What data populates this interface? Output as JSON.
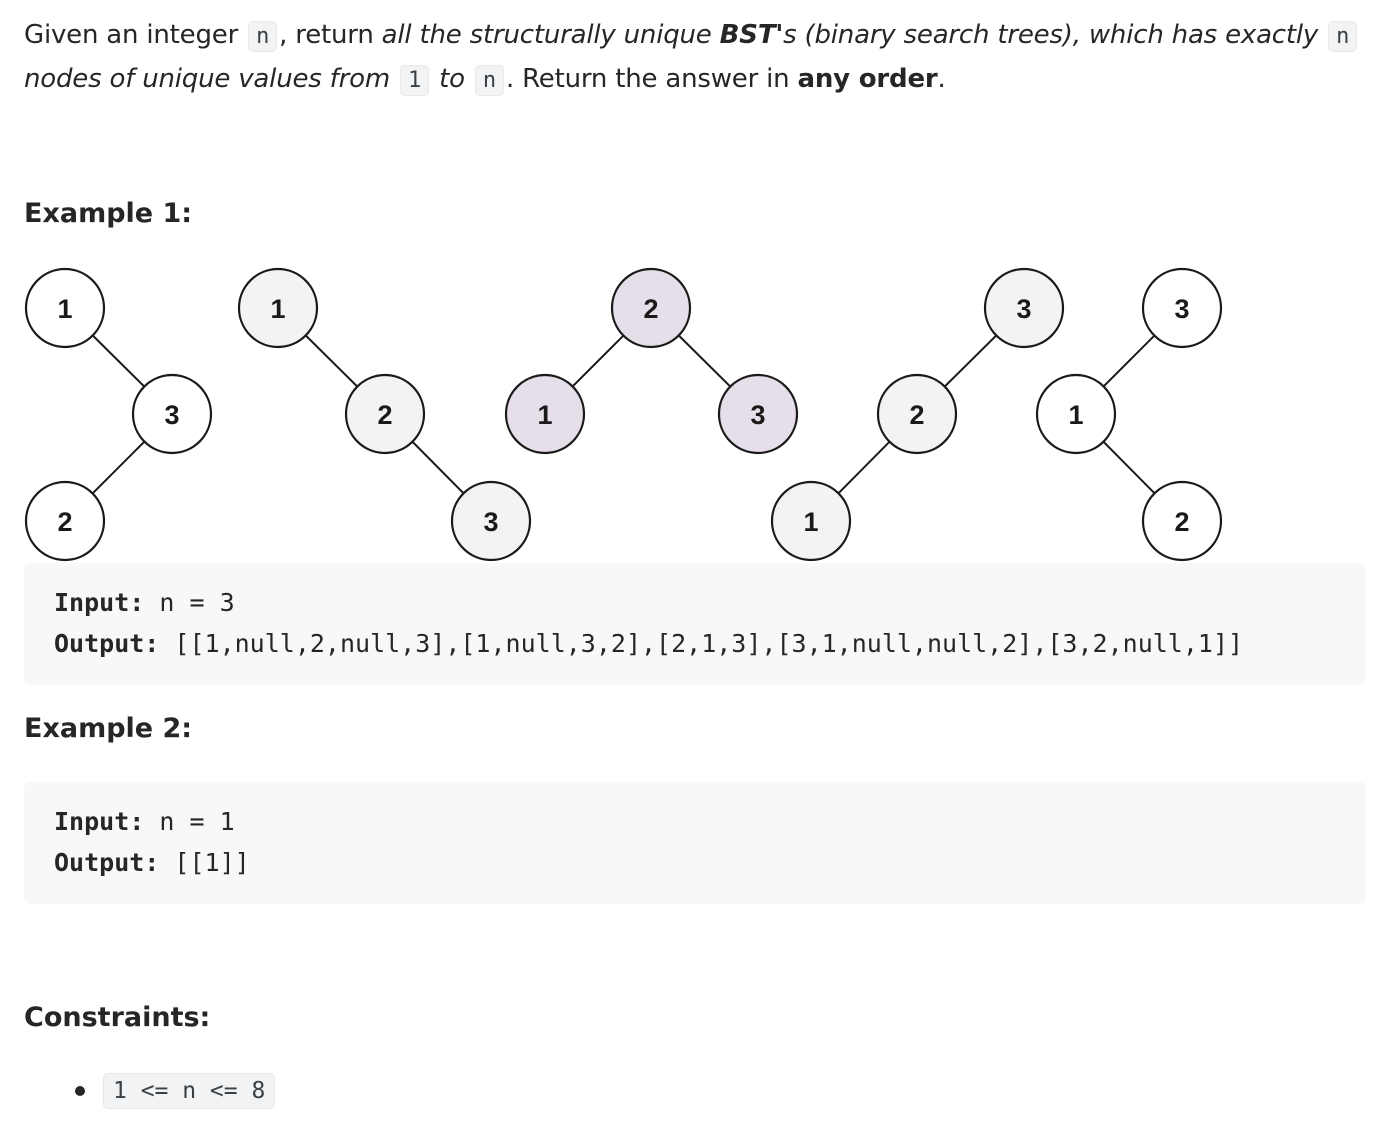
{
  "description": {
    "p1": "Given an integer ",
    "code_n": "n",
    "p2": ", return ",
    "p3": "all the structurally unique ",
    "p4": "BST'",
    "p5": "s (binary search trees), which has exactly ",
    "p6": "nodes of unique values from ",
    "code_1": "1",
    "p7": " to ",
    "p8": ". Return the answer in ",
    "p9": "any order",
    "p10": "."
  },
  "example1": {
    "title": "Example 1:",
    "input_label": "Input:",
    "input_value": " n = 3",
    "output_label": "Output:",
    "output_value": " [[1,null,2,null,3],[1,null,3,2],[2,1,3],[3,1,null,null,2],[3,2,null,1]]"
  },
  "trees": [
    {
      "nodes": [
        "1",
        "3",
        "2"
      ],
      "highlighted": false
    },
    {
      "nodes": [
        "1",
        "2",
        "3"
      ],
      "highlighted": false
    },
    {
      "nodes": [
        "2",
        "1",
        "3"
      ],
      "highlighted": true
    },
    {
      "nodes": [
        "3",
        "2",
        "1"
      ],
      "highlighted": false
    },
    {
      "nodes": [
        "3",
        "1",
        "2"
      ],
      "highlighted": false
    }
  ],
  "colors": {
    "node_fill_white": "#ffffff",
    "node_fill_gray": "#f3f3f3",
    "node_fill_highlight": "#e6dfe9",
    "node_stroke": "#1a1a1a"
  },
  "example2": {
    "title": "Example 2:",
    "input_label": "Input:",
    "input_value": " n = 1",
    "output_label": "Output:",
    "output_value": " [[1]]"
  },
  "constraints": {
    "title": "Constraints:",
    "items": [
      "1 <= n <= 8"
    ]
  }
}
